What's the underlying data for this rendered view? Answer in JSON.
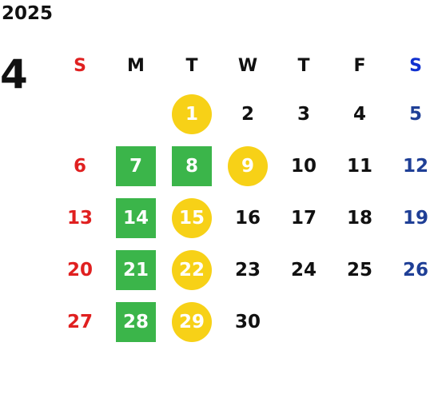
{
  "calendar": {
    "year": "2025",
    "month": "4",
    "weekdays": [
      "S",
      "M",
      "T",
      "W",
      "T",
      "F",
      "S"
    ],
    "colors": {
      "sunday": "#e02020",
      "saturday": "#1f3f96",
      "green_mark": "#3bb54a",
      "yellow_mark": "#f7d117"
    },
    "weeks": [
      [
        "",
        "",
        "1",
        "2",
        "3",
        "4",
        "5"
      ],
      [
        "6",
        "7",
        "8",
        "9",
        "10",
        "11",
        "12"
      ],
      [
        "13",
        "14",
        "15",
        "16",
        "17",
        "18",
        "19"
      ],
      [
        "20",
        "21",
        "22",
        "23",
        "24",
        "25",
        "26"
      ],
      [
        "27",
        "28",
        "29",
        "30",
        "",
        "",
        ""
      ]
    ],
    "marks": {
      "green_squares": [
        "7",
        "8",
        "14",
        "21",
        "28"
      ],
      "yellow_circles": [
        "1",
        "9",
        "15",
        "22",
        "29"
      ]
    }
  }
}
